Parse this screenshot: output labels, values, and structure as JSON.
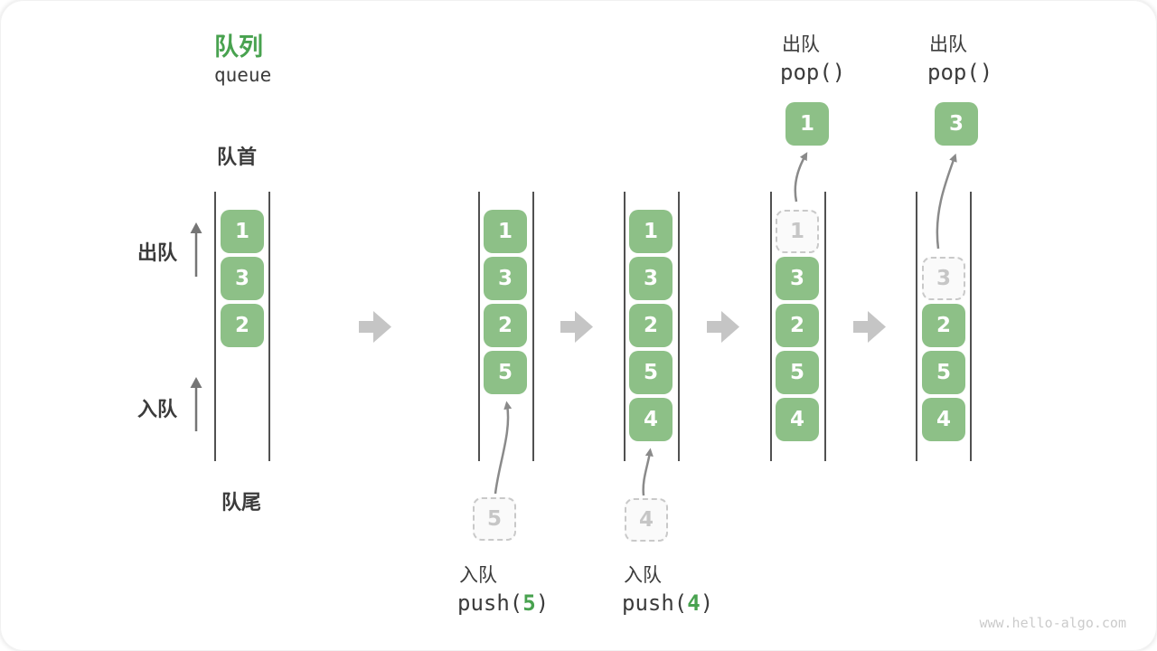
{
  "figure": {
    "title_zh": "队列",
    "title_en": "queue",
    "watermark": "www.hello-algo.com"
  },
  "side_labels": {
    "front": "队首",
    "rear": "队尾",
    "dequeue": "出队",
    "enqueue": "入队"
  },
  "ops": {
    "push5": {
      "label": "入队",
      "code_prefix": "push(",
      "code_arg": "5",
      "code_suffix": ")"
    },
    "push4": {
      "label": "入队",
      "code_prefix": "push(",
      "code_arg": "4",
      "code_suffix": ")"
    },
    "pop1": {
      "label": "出队",
      "code": "pop()"
    },
    "pop2": {
      "label": "出队",
      "code": "pop()"
    }
  },
  "states": [
    {
      "slots": [
        "1",
        "3",
        "2"
      ]
    },
    {
      "slots": [
        "1",
        "3",
        "2",
        "5"
      ],
      "incoming": "5"
    },
    {
      "slots": [
        "1",
        "3",
        "2",
        "5",
        "4"
      ],
      "incoming": "4"
    },
    {
      "ghost": "1",
      "slots": [
        "3",
        "2",
        "5",
        "4"
      ],
      "popped": "1"
    },
    {
      "ghost": "3",
      "slots": [
        "2",
        "5",
        "4"
      ],
      "popped": "3"
    }
  ],
  "colors": {
    "accent_green": "#48a24f",
    "box_green": "#8dc087",
    "box_text": "#ffffff",
    "dark_text": "#3b3b3b",
    "big_arrow_gray": "#c5c5c5",
    "thin_arrow_gray": "#8a8a8a",
    "dashed_border": "#c9c9c9",
    "ghost_text": "#c6c6c6",
    "queue_line": "#515151",
    "watermark_gray": "#cbcbcb"
  }
}
